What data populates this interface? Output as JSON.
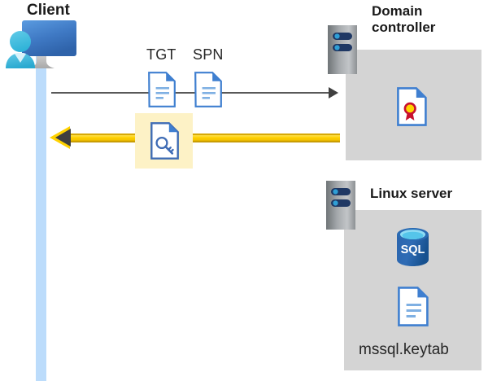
{
  "diagram": {
    "title": "Kerberos authentication flow between Client, Domain controller and Linux server",
    "background": "#ffffff"
  },
  "client": {
    "title": "Client",
    "icon_name": "client-user-monitor-icon",
    "lifeline_color": "#bcdcfb"
  },
  "domain_controller": {
    "title": "Domain\ncontroller",
    "server_icon_name": "server-rack-icon",
    "panel_color": "#d4d4d4",
    "contents": [
      {
        "icon_name": "certificate-document-icon",
        "label": ""
      }
    ]
  },
  "linux_server": {
    "title": "Linux server",
    "server_icon_name": "server-rack-icon",
    "panel_color": "#d4d4d4",
    "contents": [
      {
        "icon_name": "sql-database-icon",
        "label": "SQL"
      },
      {
        "icon_name": "keytab-document-icon",
        "label": "mssql.keytab"
      }
    ]
  },
  "messages": [
    {
      "id": "request",
      "direction": "client-to-domain-controller",
      "style": "thin-gray-arrow",
      "color": "#595959",
      "artifacts": [
        {
          "label": "TGT",
          "icon_name": "document-icon"
        },
        {
          "label": "SPN",
          "icon_name": "document-icon"
        }
      ]
    },
    {
      "id": "response",
      "direction": "domain-controller-to-client",
      "style": "thick-gold-arrow",
      "color": "#ffd200",
      "highlight_color": "#fdf2c6",
      "artifacts": [
        {
          "label": "",
          "icon_name": "key-document-icon"
        }
      ]
    }
  ],
  "labels": {
    "tgt": "TGT",
    "spn": "SPN",
    "sql": "SQL",
    "keytab_file": "mssql.keytab"
  },
  "colors": {
    "accent_blue": "#3f7fd0",
    "light_blue": "#bcdcfb",
    "gold": "#ffd200",
    "highlight_yellow": "#fdf2c6",
    "panel_gray": "#d4d4d4",
    "arrow_gray": "#595959",
    "title_black": "#1a1a1a",
    "sql_blue": "#2f6cb5",
    "cert_red": "#c8102e",
    "cert_yellow": "#ffd400"
  }
}
